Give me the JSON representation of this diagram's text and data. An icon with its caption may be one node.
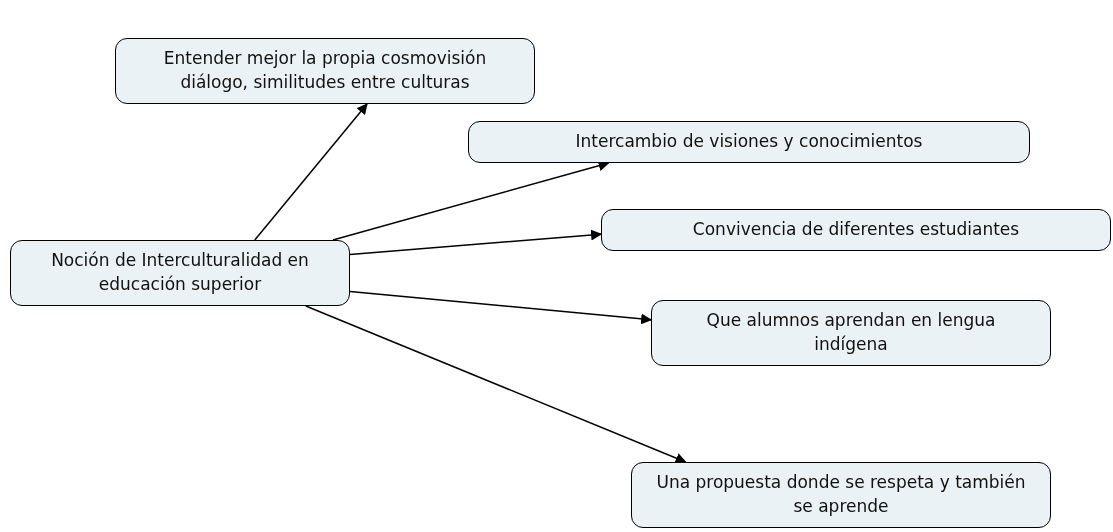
{
  "diagram": {
    "nodes": [
      {
        "text": [
          "Noción de Interculturalidad en educación superior"
        ]
      },
      {
        "text": [
          "Entender mejor la propia cosmovisión diálogo, similitudes entre culturas"
        ]
      },
      {
        "text": [
          "Intercambio de visiones y conocimientos"
        ]
      },
      {
        "text": [
          "Convivencia de diferentes estudiantes"
        ]
      },
      {
        "text": [
          "Que alumnos aprendan en lengua indígena"
        ]
      },
      {
        "text": [
          "Una propuesta donde se respeta y también se aprende"
        ]
      }
    ],
    "edges": [
      {
        "from": 0,
        "to": 1,
        "arrow": "to"
      },
      {
        "from": 0,
        "to": 2,
        "arrow": "to"
      },
      {
        "from": 0,
        "to": 3,
        "arrow": "to"
      },
      {
        "from": 0,
        "to": 4,
        "arrow": "to"
      },
      {
        "from": 0,
        "to": 5,
        "arrow": "to"
      }
    ]
  }
}
